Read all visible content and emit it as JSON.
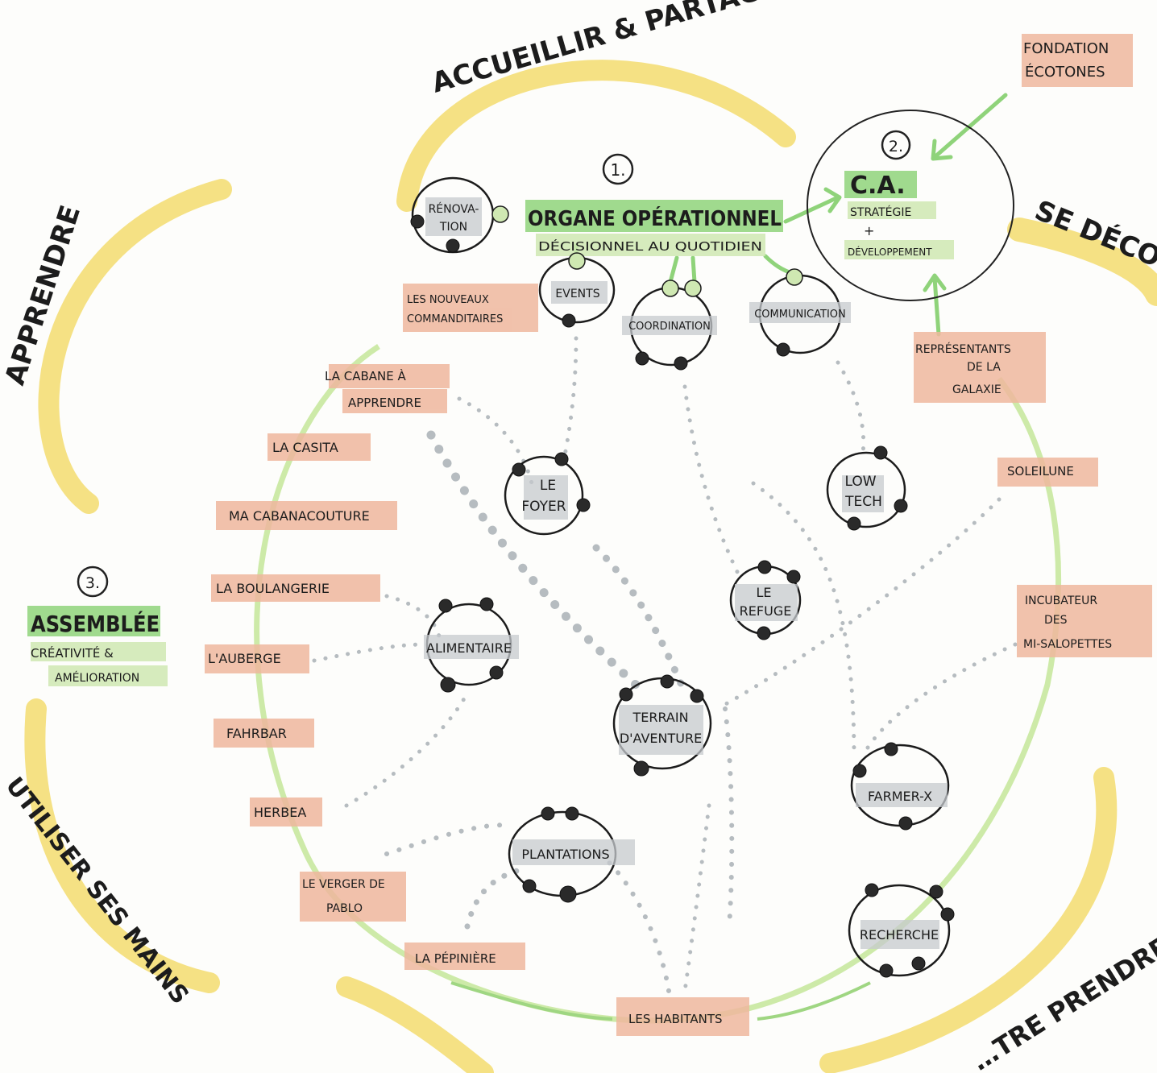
{
  "petals": {
    "accueillir": "Accueillir & Partager",
    "apprendre": "Apprendre",
    "utiliser": "Utiliser ses mains",
    "entreprendre": "…tre prendre",
    "se_decouvrir": "Se découv…"
  },
  "organe": {
    "number": "1.",
    "title": "Organe opérationnel",
    "subtitle": "Décisionnel au quotidien"
  },
  "ca": {
    "number": "2.",
    "title": "C.A.",
    "line1": "Stratégie",
    "line2": "+",
    "line3": "Développement"
  },
  "assemblee": {
    "number": "3.",
    "title": "Assemblée",
    "line1": "Créativité &",
    "line2": "Amélioration"
  },
  "circles": {
    "renovation_1": "Rénova-",
    "renovation_2": "tion",
    "events": "Events",
    "coordination": "Coordination",
    "communication": "Communication",
    "le_foyer_1": "Le",
    "le_foyer_2": "Foyer",
    "low_tech_1": "Low",
    "low_tech_2": "Tech",
    "le_refuge_1": "Le",
    "le_refuge_2": "Refuge",
    "alimentaire": "Alimentaire",
    "terrain_1": "Terrain",
    "terrain_2": "d'Aventure",
    "farmer_x": "Farmer-X",
    "plantations": "Plantations",
    "recherche": "Recherche"
  },
  "projects": {
    "nouveaux_1": "Les nouveaux",
    "nouveaux_2": "Commanditaires",
    "cabane_1": "La cabane à",
    "cabane_2": "Apprendre",
    "casita": "La Casita",
    "cabanacouture": "Ma Cabanacouture",
    "boulangerie": "La Boulangerie",
    "auberge": "L'Auberge",
    "fahrbar": "Fahrbar",
    "herbea": "Herbea",
    "verger_1": "Le verger de",
    "verger_2": "Pablo",
    "pepiniere": "La Pépinière",
    "habitants": "Les Habitants",
    "fondation_1": "Fondation",
    "fondation_2": "Écotones",
    "representants_1": "Représentants",
    "representants_2": "de la",
    "representants_3": "Galaxie",
    "soleilune": "Soleilune",
    "incubateur_1": "Incubateur",
    "incubateur_2": "des",
    "incubateur_3": "Mi-salopettes"
  },
  "colors": {
    "petal_yellow": "#f3dc6e",
    "loop_green": "#cdeaa8",
    "highlight_green": "#8fd37a",
    "project_pink": "#efb79e",
    "circle_grey": "#c5cacd",
    "ink": "#1c1c1c"
  }
}
